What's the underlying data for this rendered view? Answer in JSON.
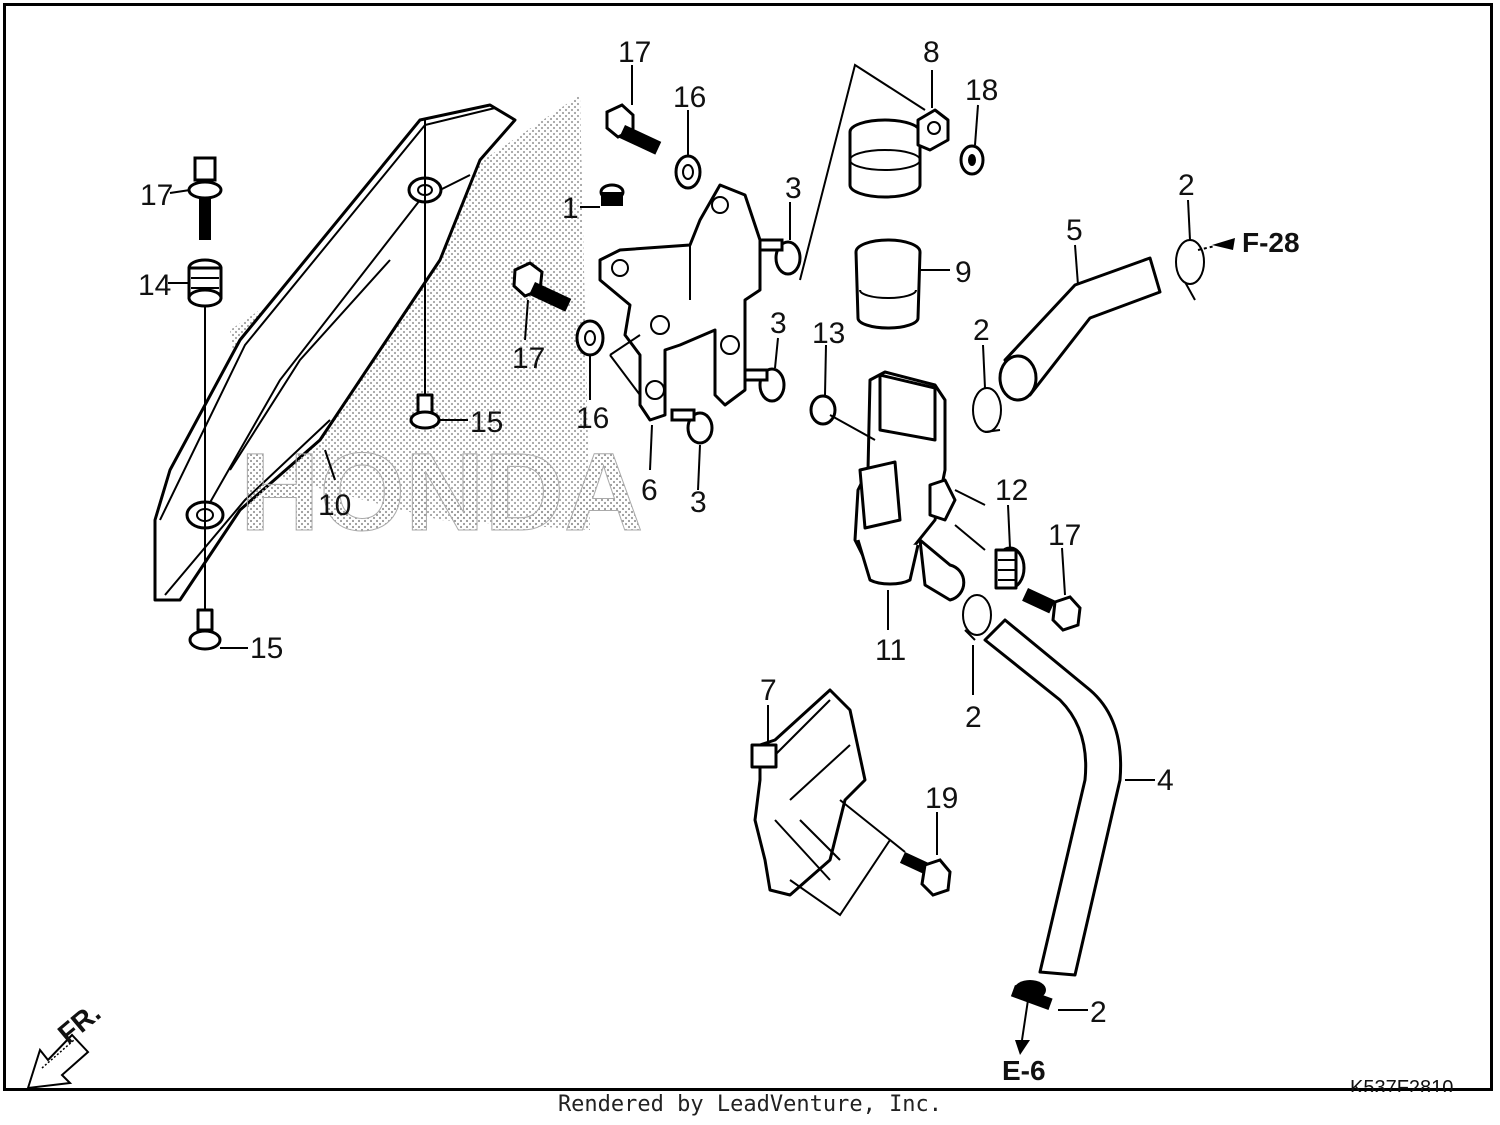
{
  "diagram": {
    "callouts": [
      {
        "id": "c1",
        "label": "1"
      },
      {
        "id": "c2a",
        "label": "2"
      },
      {
        "id": "c2b",
        "label": "2"
      },
      {
        "id": "c2c",
        "label": "2"
      },
      {
        "id": "c2d",
        "label": "2"
      },
      {
        "id": "c3a",
        "label": "3"
      },
      {
        "id": "c3b",
        "label": "3"
      },
      {
        "id": "c3c",
        "label": "3"
      },
      {
        "id": "c4",
        "label": "4"
      },
      {
        "id": "c5",
        "label": "5"
      },
      {
        "id": "c6",
        "label": "6"
      },
      {
        "id": "c7",
        "label": "7"
      },
      {
        "id": "c8",
        "label": "8"
      },
      {
        "id": "c9",
        "label": "9"
      },
      {
        "id": "c10",
        "label": "10"
      },
      {
        "id": "c11",
        "label": "11"
      },
      {
        "id": "c12",
        "label": "12"
      },
      {
        "id": "c13",
        "label": "13"
      },
      {
        "id": "c14",
        "label": "14"
      },
      {
        "id": "c15a",
        "label": "15"
      },
      {
        "id": "c15b",
        "label": "15"
      },
      {
        "id": "c16a",
        "label": "16"
      },
      {
        "id": "c16b",
        "label": "16"
      },
      {
        "id": "c17a",
        "label": "17"
      },
      {
        "id": "c17b",
        "label": "17"
      },
      {
        "id": "c17c",
        "label": "17"
      },
      {
        "id": "c17d",
        "label": "17"
      },
      {
        "id": "c18",
        "label": "18"
      },
      {
        "id": "c19",
        "label": "19"
      }
    ],
    "references": {
      "f28": "F-28",
      "e6": "E-6",
      "front": "FR."
    },
    "watermark": "HONDA",
    "diagram_code": "K537F2810"
  },
  "footer": {
    "text": "Rendered by LeadVenture, Inc."
  }
}
